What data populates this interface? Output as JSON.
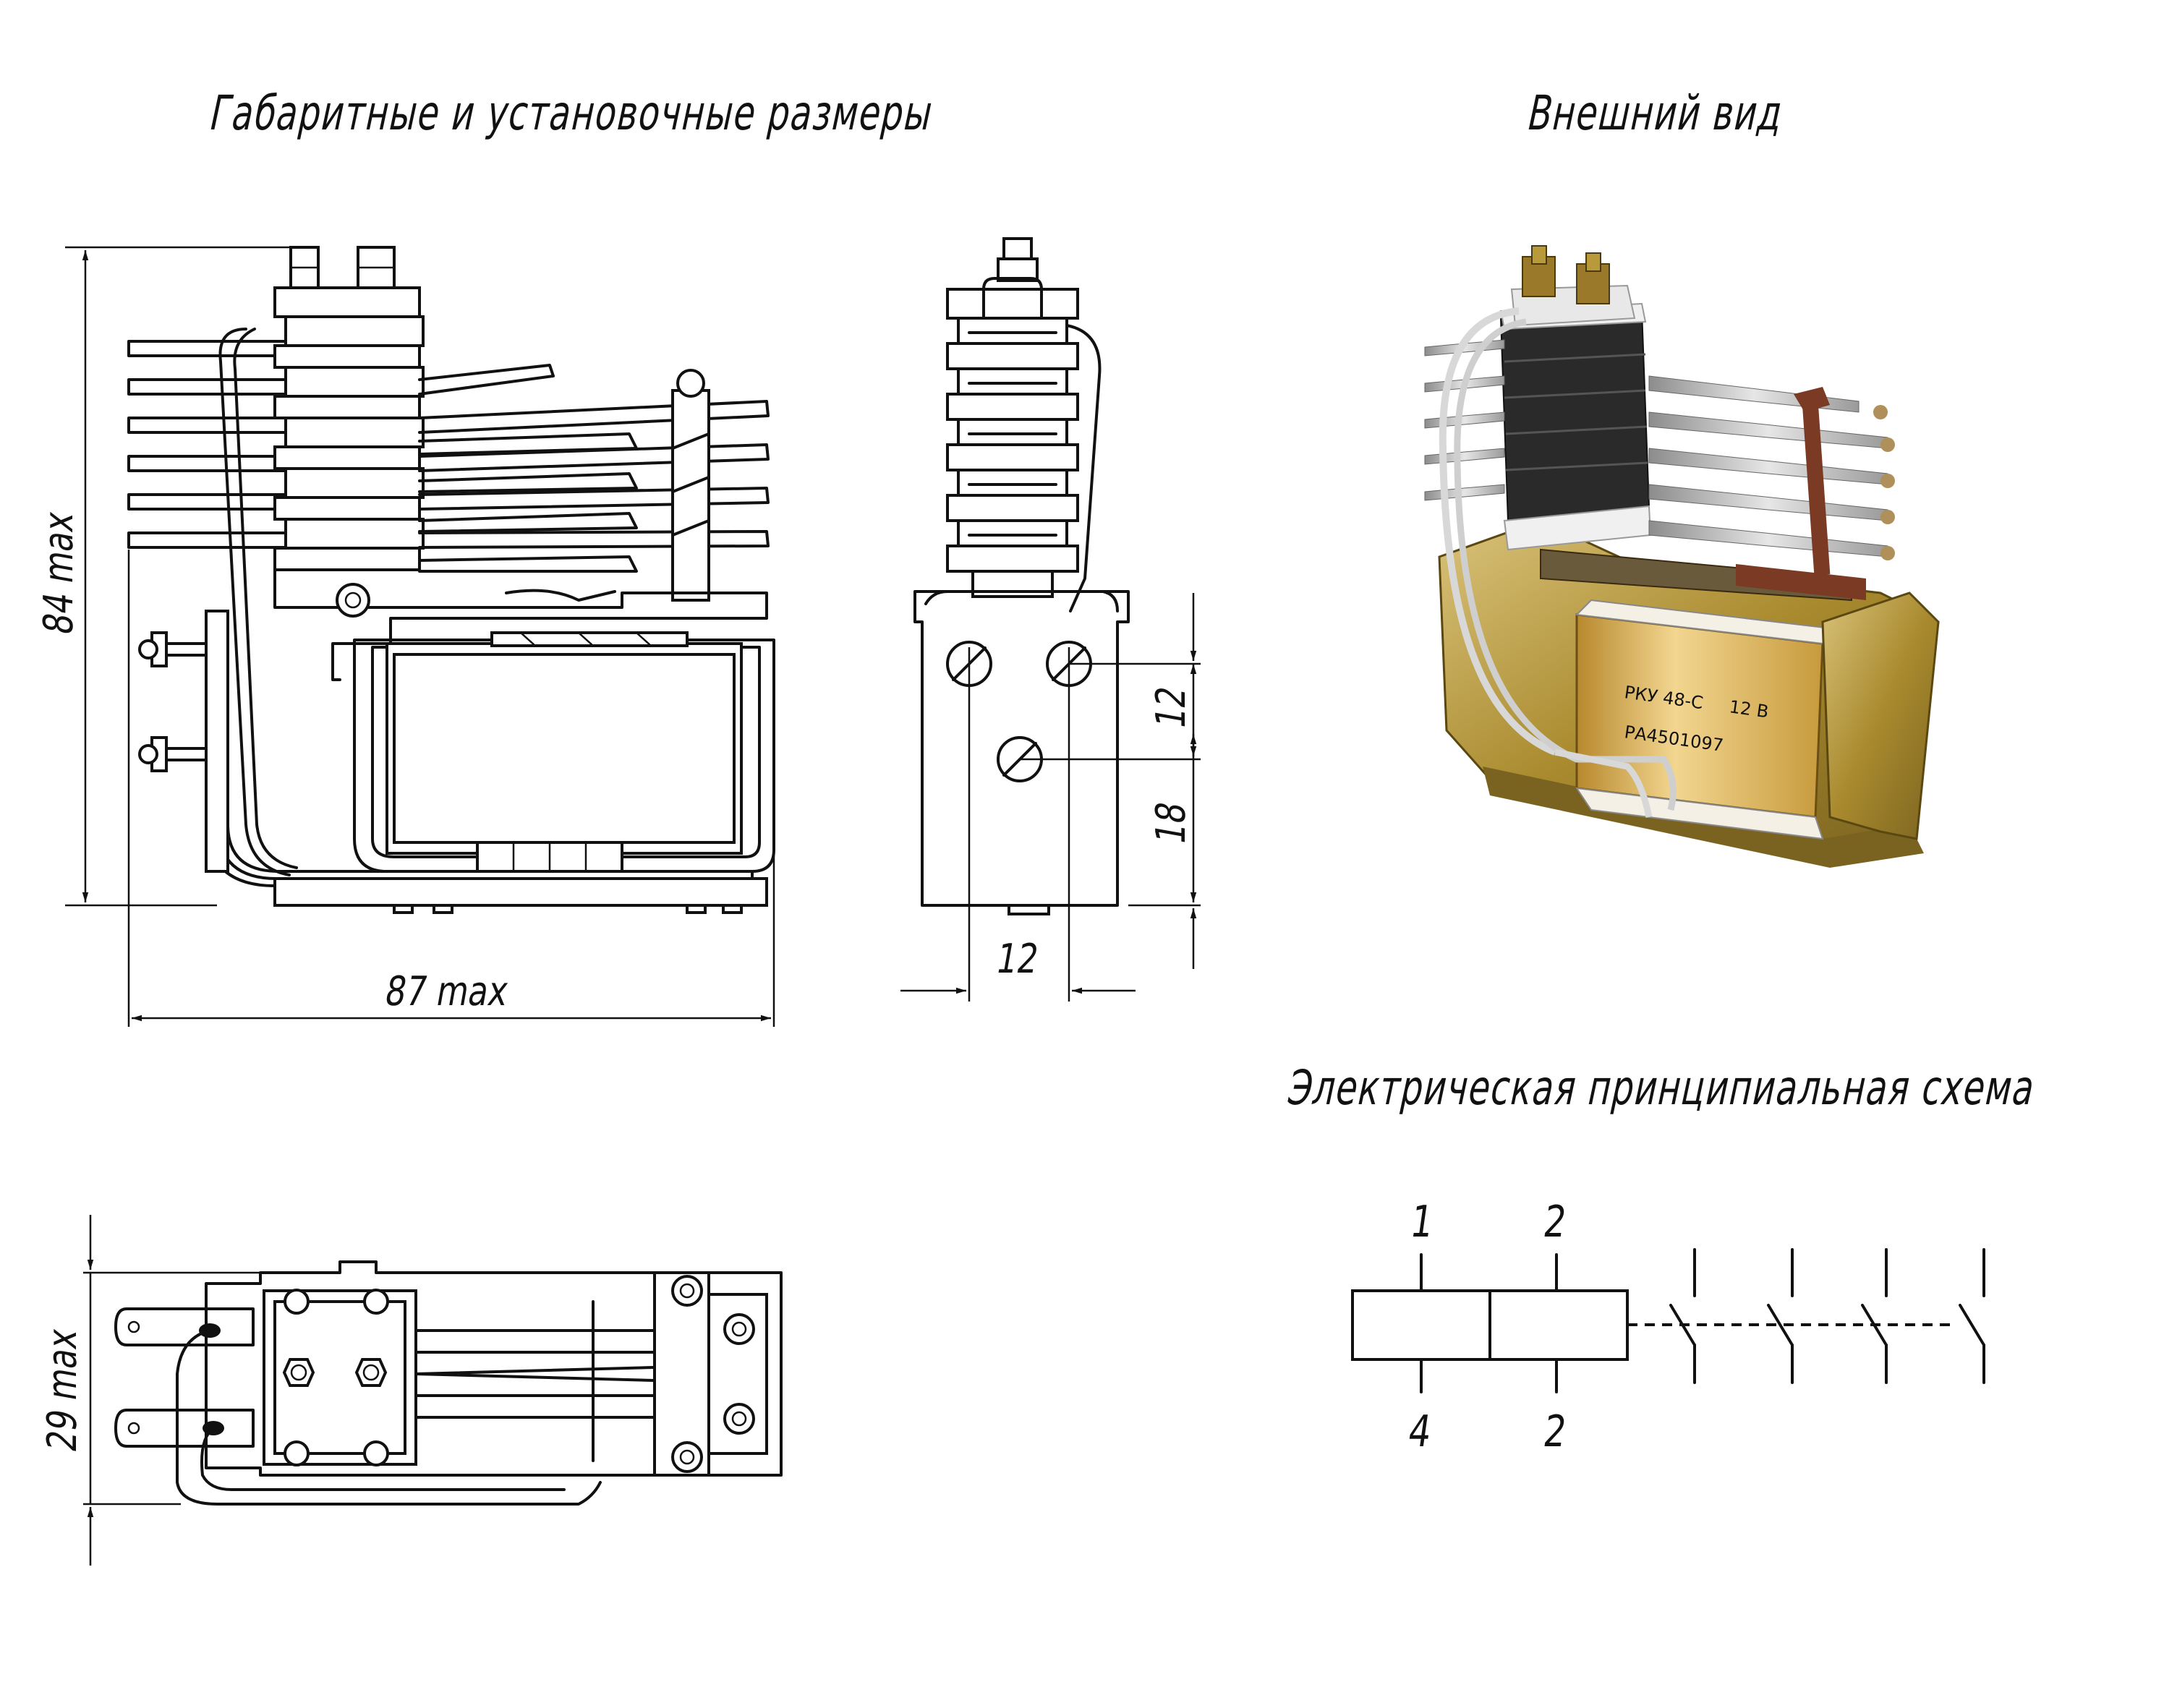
{
  "titles": {
    "dimensions": "Габаритные и установочные размеры",
    "appearance": "Внешний вид",
    "schematic": "Электрическая принципиальная схема"
  },
  "dimensions": {
    "height": "84 max",
    "width": "87 max",
    "depth": "29 max",
    "pitch_h": "12",
    "pitch_v1": "12",
    "pitch_v2": "18"
  },
  "schematic": {
    "top_left": "1",
    "top_right": "2",
    "bottom_left": "4",
    "bottom_right": "2"
  },
  "photo": {
    "label_model": "РКУ 48-С",
    "label_voltage": "12 В",
    "label_passport": "РА4501097"
  },
  "colors": {
    "line": "#111111",
    "brass": "#b89a3a",
    "coil": "#d9b25a",
    "contact": "#8a4a2a",
    "block": "#2a2a2a"
  }
}
